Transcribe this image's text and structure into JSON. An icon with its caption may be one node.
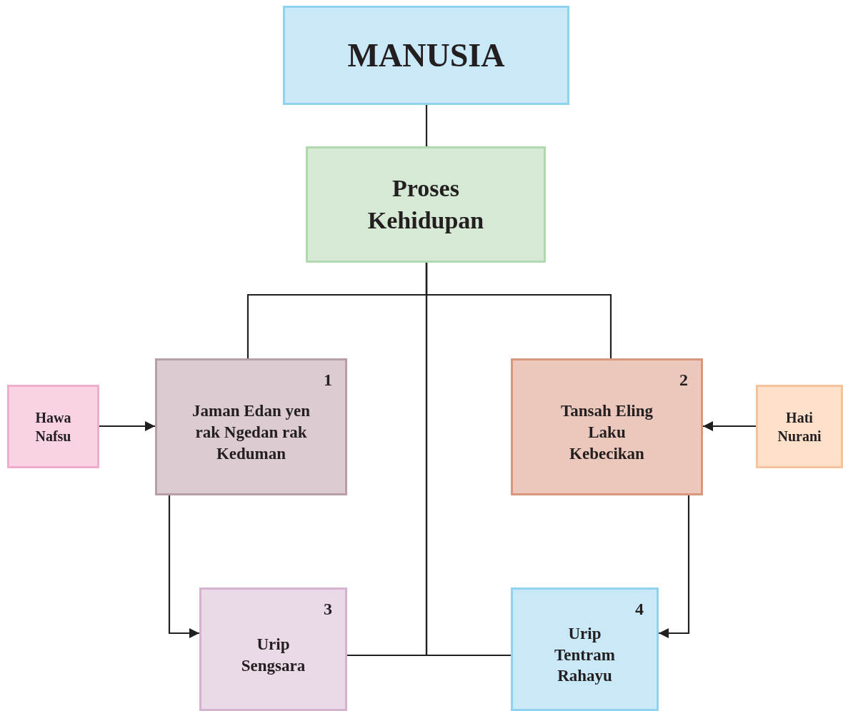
{
  "diagram": {
    "nodes": [
      {
        "text": [
          "MANUSIA"
        ]
      },
      {
        "text": [
          "Proses Kehidupan"
        ]
      },
      {
        "text": [
          "Hawa Nafsu"
        ]
      },
      {
        "text": [
          "1",
          "Jaman Edan yen rak Ngedan rak Keduman"
        ]
      },
      {
        "text": [
          "2",
          "Tansah Eling Laku Kebecikan"
        ]
      },
      {
        "text": [
          "Hati Nurani"
        ]
      },
      {
        "text": [
          "3",
          "Urip Sengsara"
        ]
      },
      {
        "text": [
          "4",
          "Urip Tentram Rahayu"
        ]
      }
    ],
    "edges": [
      {
        "from": 0,
        "to": 1,
        "arrow": "none"
      },
      {
        "from": 1,
        "to": 3,
        "arrow": "none"
      },
      {
        "from": 1,
        "to": 4,
        "arrow": "none"
      },
      {
        "from": 1,
        "to": 6,
        "arrow": "none"
      },
      {
        "from": 1,
        "to": 7,
        "arrow": "none"
      },
      {
        "from": 2,
        "to": 3,
        "arrow": "to"
      },
      {
        "from": 5,
        "to": 4,
        "arrow": "to"
      },
      {
        "from": 3,
        "to": 6,
        "arrow": "to"
      },
      {
        "from": 4,
        "to": 7,
        "arrow": "to"
      }
    ]
  }
}
